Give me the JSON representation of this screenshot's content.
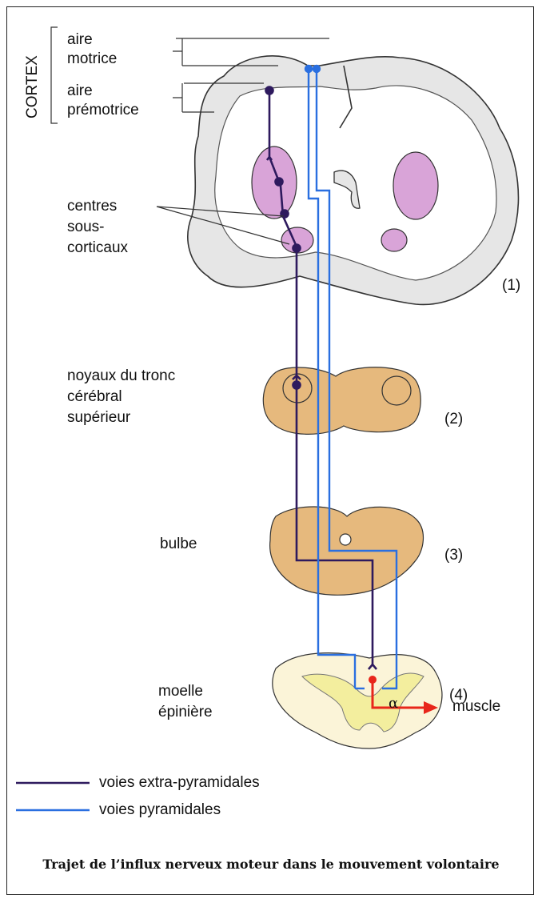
{
  "cortex": {
    "label": "CORTEX",
    "aire_motrice": [
      "aire",
      "motrice"
    ],
    "aire_premotrice": [
      "aire",
      "prémotrice"
    ]
  },
  "centres": [
    "centres",
    "sous-",
    "corticaux"
  ],
  "noyaux": [
    "noyaux du tronc",
    "cérébral",
    "supérieur"
  ],
  "bulbe": "bulbe",
  "moelle": [
    "moelle",
    "épinière"
  ],
  "levels": [
    "(1)",
    "(2)",
    "(3)",
    "(4)"
  ],
  "alpha": "α",
  "muscle": "muscle",
  "legend": [
    {
      "label": "voies  extra-pyramidales",
      "color": "#2e1a5e"
    },
    {
      "label": "voies pyramidales",
      "color": "#2a6fe0"
    }
  ],
  "caption": "Trajet de l’influx nerveux moteur dans le mouvement volontaire",
  "colors": {
    "extra_pyramidal": "#2e1a5e",
    "pyramidal": "#2a6fe0",
    "motor_neuron": "#e8261a",
    "subcortical": "#d9a4d8",
    "brainstem": "#e6b97d",
    "cortex_gray": "#e6e6e6",
    "spinal_gray": "#f3ee9e"
  }
}
